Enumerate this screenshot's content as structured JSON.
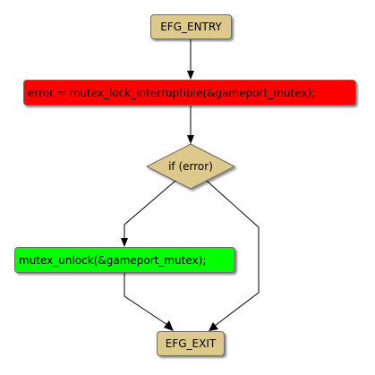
{
  "nodes": {
    "entry": {
      "label": "EFG_ENTRY",
      "color": "#dcc98b"
    },
    "lock": {
      "label": "error = mutex_lock_interruptible(&gameport_mutex);",
      "color": "#ff0000"
    },
    "cond": {
      "label": "if (error)",
      "color": "#dcc98b"
    },
    "unlock": {
      "label": "mutex_unlock(&gameport_mutex);",
      "color": "#00ff00"
    },
    "exit": {
      "label": "EFG_EXIT",
      "color": "#dcc98b"
    }
  }
}
